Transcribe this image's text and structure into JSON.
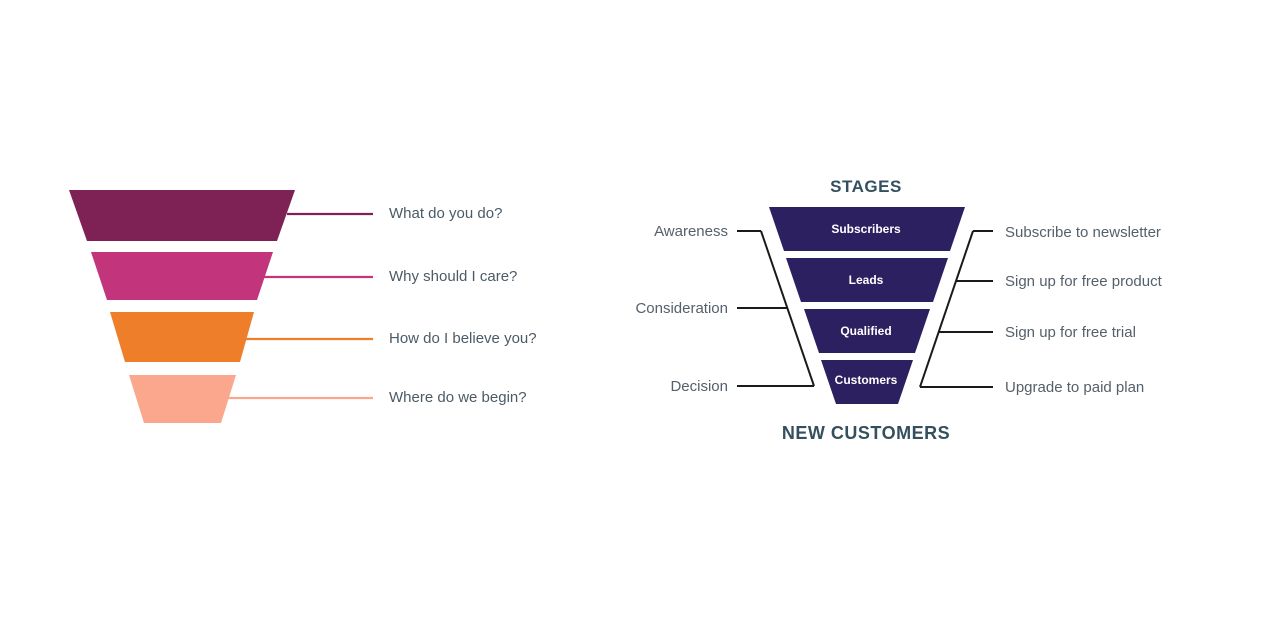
{
  "left_funnel": {
    "segments": [
      {
        "label": "What do you do?",
        "color": "#7E2154"
      },
      {
        "label": "Why should I care?",
        "color": "#C2347C"
      },
      {
        "label": "How do I believe you?",
        "color": "#EF7E2A"
      },
      {
        "label": "Where do we begin?",
        "color": "#FBA78E"
      }
    ],
    "text_color": "#4B5B66"
  },
  "right_funnel": {
    "title": "STAGES",
    "footer": "NEW CUSTOMERS",
    "segment_color": "#2D2060",
    "stage_text_color": "#FFFFFF",
    "heading_color": "#34505E",
    "label_color": "#55606A",
    "line_color": "#1A1A1A",
    "stages": [
      {
        "label": "Subscribers"
      },
      {
        "label": "Leads"
      },
      {
        "label": "Qualified"
      },
      {
        "label": "Customers"
      }
    ],
    "left_labels": [
      {
        "label": "Awareness"
      },
      {
        "label": "Consideration"
      },
      {
        "label": "Decision"
      }
    ],
    "right_labels": [
      {
        "label": "Subscribe to newsletter"
      },
      {
        "label": "Sign up for free product"
      },
      {
        "label": "Sign up for free trial"
      },
      {
        "label": "Upgrade to paid plan"
      }
    ]
  }
}
